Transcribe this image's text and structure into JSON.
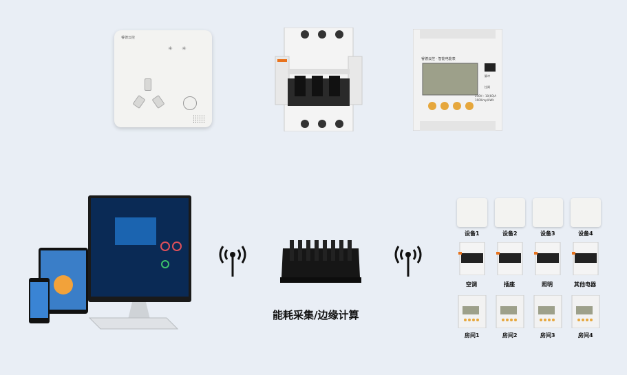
{
  "socket": {
    "brand": "睿德云控"
  },
  "meter": {
    "title": "睿德云控 · 智能电能表",
    "spec": "230V~ 10(60)A",
    "spec2": "1600imp/kWh",
    "side": "脉冲",
    "side2": "拉闸"
  },
  "gateway": {
    "label": "能耗采集/边缘计算"
  },
  "devices": {
    "sockets": [
      "设备1",
      "设备2",
      "设备3",
      "设备4"
    ],
    "breakers": [
      "空调",
      "插座",
      "照明",
      "其他电器"
    ],
    "meters": [
      "房间1",
      "房间2",
      "房间3",
      "房间4"
    ]
  },
  "colors": {
    "background": "#e9eef5",
    "breaker_orange": "#e8731e",
    "screen_blue": "#0a2a55"
  }
}
